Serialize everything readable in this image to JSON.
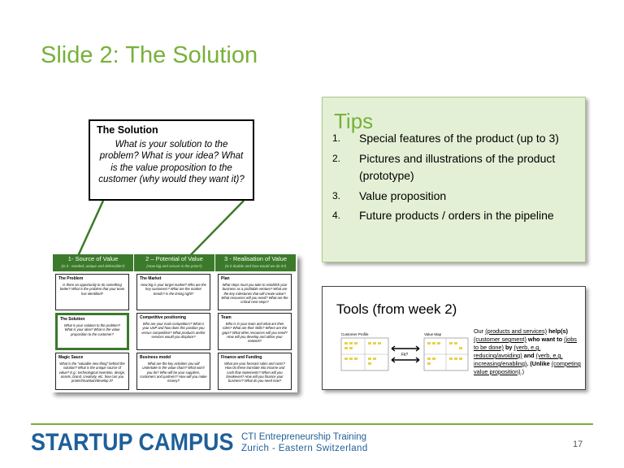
{
  "slide": {
    "title": "Slide 2: The Solution",
    "page_number": "17"
  },
  "callout": {
    "heading": "The Solution",
    "body": "What is your solution to the problem? What is your idea? What is the value proposition to the customer (why would they want it)?"
  },
  "canvas": {
    "columns": [
      {
        "title": "1- Source of Value",
        "subtitle": "(Is it - needed, unique and defensible?)"
      },
      {
        "title": "2 – Potential of Value",
        "subtitle": "(How big and secure is the prize?)"
      },
      {
        "title": "3 - Realisation of Value",
        "subtitle": "(Is it doable and how would we do it?)"
      }
    ],
    "cells": {
      "problem": {
        "title": "The Problem",
        "text": "Is there an opportunity to do something better? What is the problem that your team has identified?"
      },
      "solution": {
        "title": "The Solution",
        "text": "What is your solution to the problem? What is your idea? What is the value proposition to the customer?"
      },
      "magic": {
        "title": "Magic Sauce",
        "text": "What is the \"valuable new thing\" behind the solution? What is the unique source of value? E.g.: technological invention, design, assets, brand, creativity, etc. how can you protect/maintain/develop it?"
      },
      "market": {
        "title": "The Market",
        "text": "How big is your target market? Who are the key customers? What are the market trends? Is the timing right?"
      },
      "competitive": {
        "title": "Competitive positioning",
        "text": "Who are your main competitors? What is your USP and how does this position you versus competition? What products and/or services would you displace?"
      },
      "business": {
        "title": "Business model",
        "text": "What are the key activities you will undertake in the value chain? What won't you do? Who will be your suppliers, customers and partners? How will you make money?"
      },
      "plan": {
        "title": "Plan",
        "text": "What steps must you take to establish your business as a profitable venture? What are the key milestones that will create value? What resources will you need? What are the critical next steps?"
      },
      "team": {
        "title": "Team",
        "text": "Who is in your team and what are their roles? What are their skills? Where are the gaps? What other resources will you need? How will you develop and utilise your network?"
      },
      "finance": {
        "title": "Finance and Funding",
        "text": "What are your forecast sales and costs? How do these translate into income and cash flow statements? When will you breakeven? How will you finance your business? What do you need now?"
      }
    }
  },
  "tips": {
    "title": "Tips",
    "items": [
      {
        "num": "1.",
        "text": "Special features of the product (up to 3)"
      },
      {
        "num": "2.",
        "text": "Pictures and illustrations of the product (prototype)"
      },
      {
        "num": "3.",
        "text": "Value proposition"
      },
      {
        "num": "4.",
        "text": "Future products / orders in the pipeline"
      }
    ]
  },
  "tools": {
    "title": "Tools (from week 2)",
    "diagram": {
      "left_label": "Customer Profile",
      "right_label": "Value Map",
      "fit_label": "Fit?"
    },
    "statement": {
      "p1": "Our ",
      "u1": "(products and services)",
      "p2": " help(s) ",
      "u2": "(customer segment)",
      "p3": " who want to ",
      "u3": "(jobs to be done)",
      "p4": " by ",
      "u4": "(verb, e.g. reducing/avoiding)",
      "p5": " and ",
      "u5": "(verb, e.g. increasing/enabling)",
      "p6": ". (Unlike ",
      "u6": "(competing value proposition)",
      "p7": ".)"
    }
  },
  "footer": {
    "logo": "STARTUP CAMPUS",
    "line1": "CTI Entrepreneurship Training",
    "line2": "Zurich - Eastern Switzerland"
  },
  "colors": {
    "accent_green": "#77b13a",
    "canvas_green": "#3b7a2a",
    "logo_blue": "#1f5f99",
    "tips_bg": "#e4f0d5"
  }
}
